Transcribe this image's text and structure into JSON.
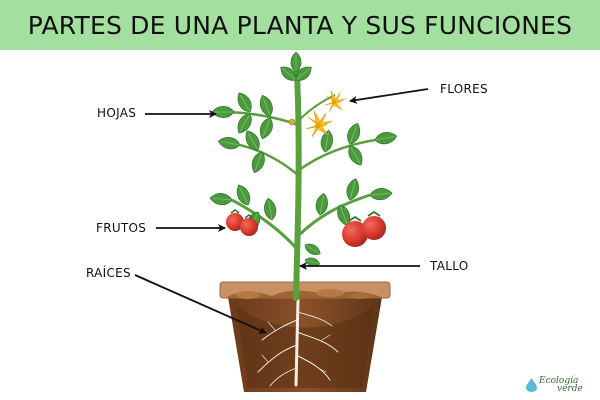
{
  "title": "PARTES DE UNA PLANTA Y SUS FUNCIONES",
  "colors": {
    "banner": "#a3df9f",
    "leaf": "#4c9a3e",
    "leaf_dark": "#2f7a2c",
    "stem": "#5aa03f",
    "flower": "#f5c21b",
    "tomato": "#d93a2f",
    "pot": "#b77b52",
    "soil": "#6e3f1f",
    "root": "#f3efe6",
    "arrow": "#111111"
  },
  "labels": {
    "hojas": "HOJAS",
    "flores": "FLORES",
    "frutos": "FRUTOS",
    "tallo": "TALLO",
    "raices": "RAÍCES"
  },
  "logo": {
    "line1": "Ecología",
    "line2": "verde"
  }
}
